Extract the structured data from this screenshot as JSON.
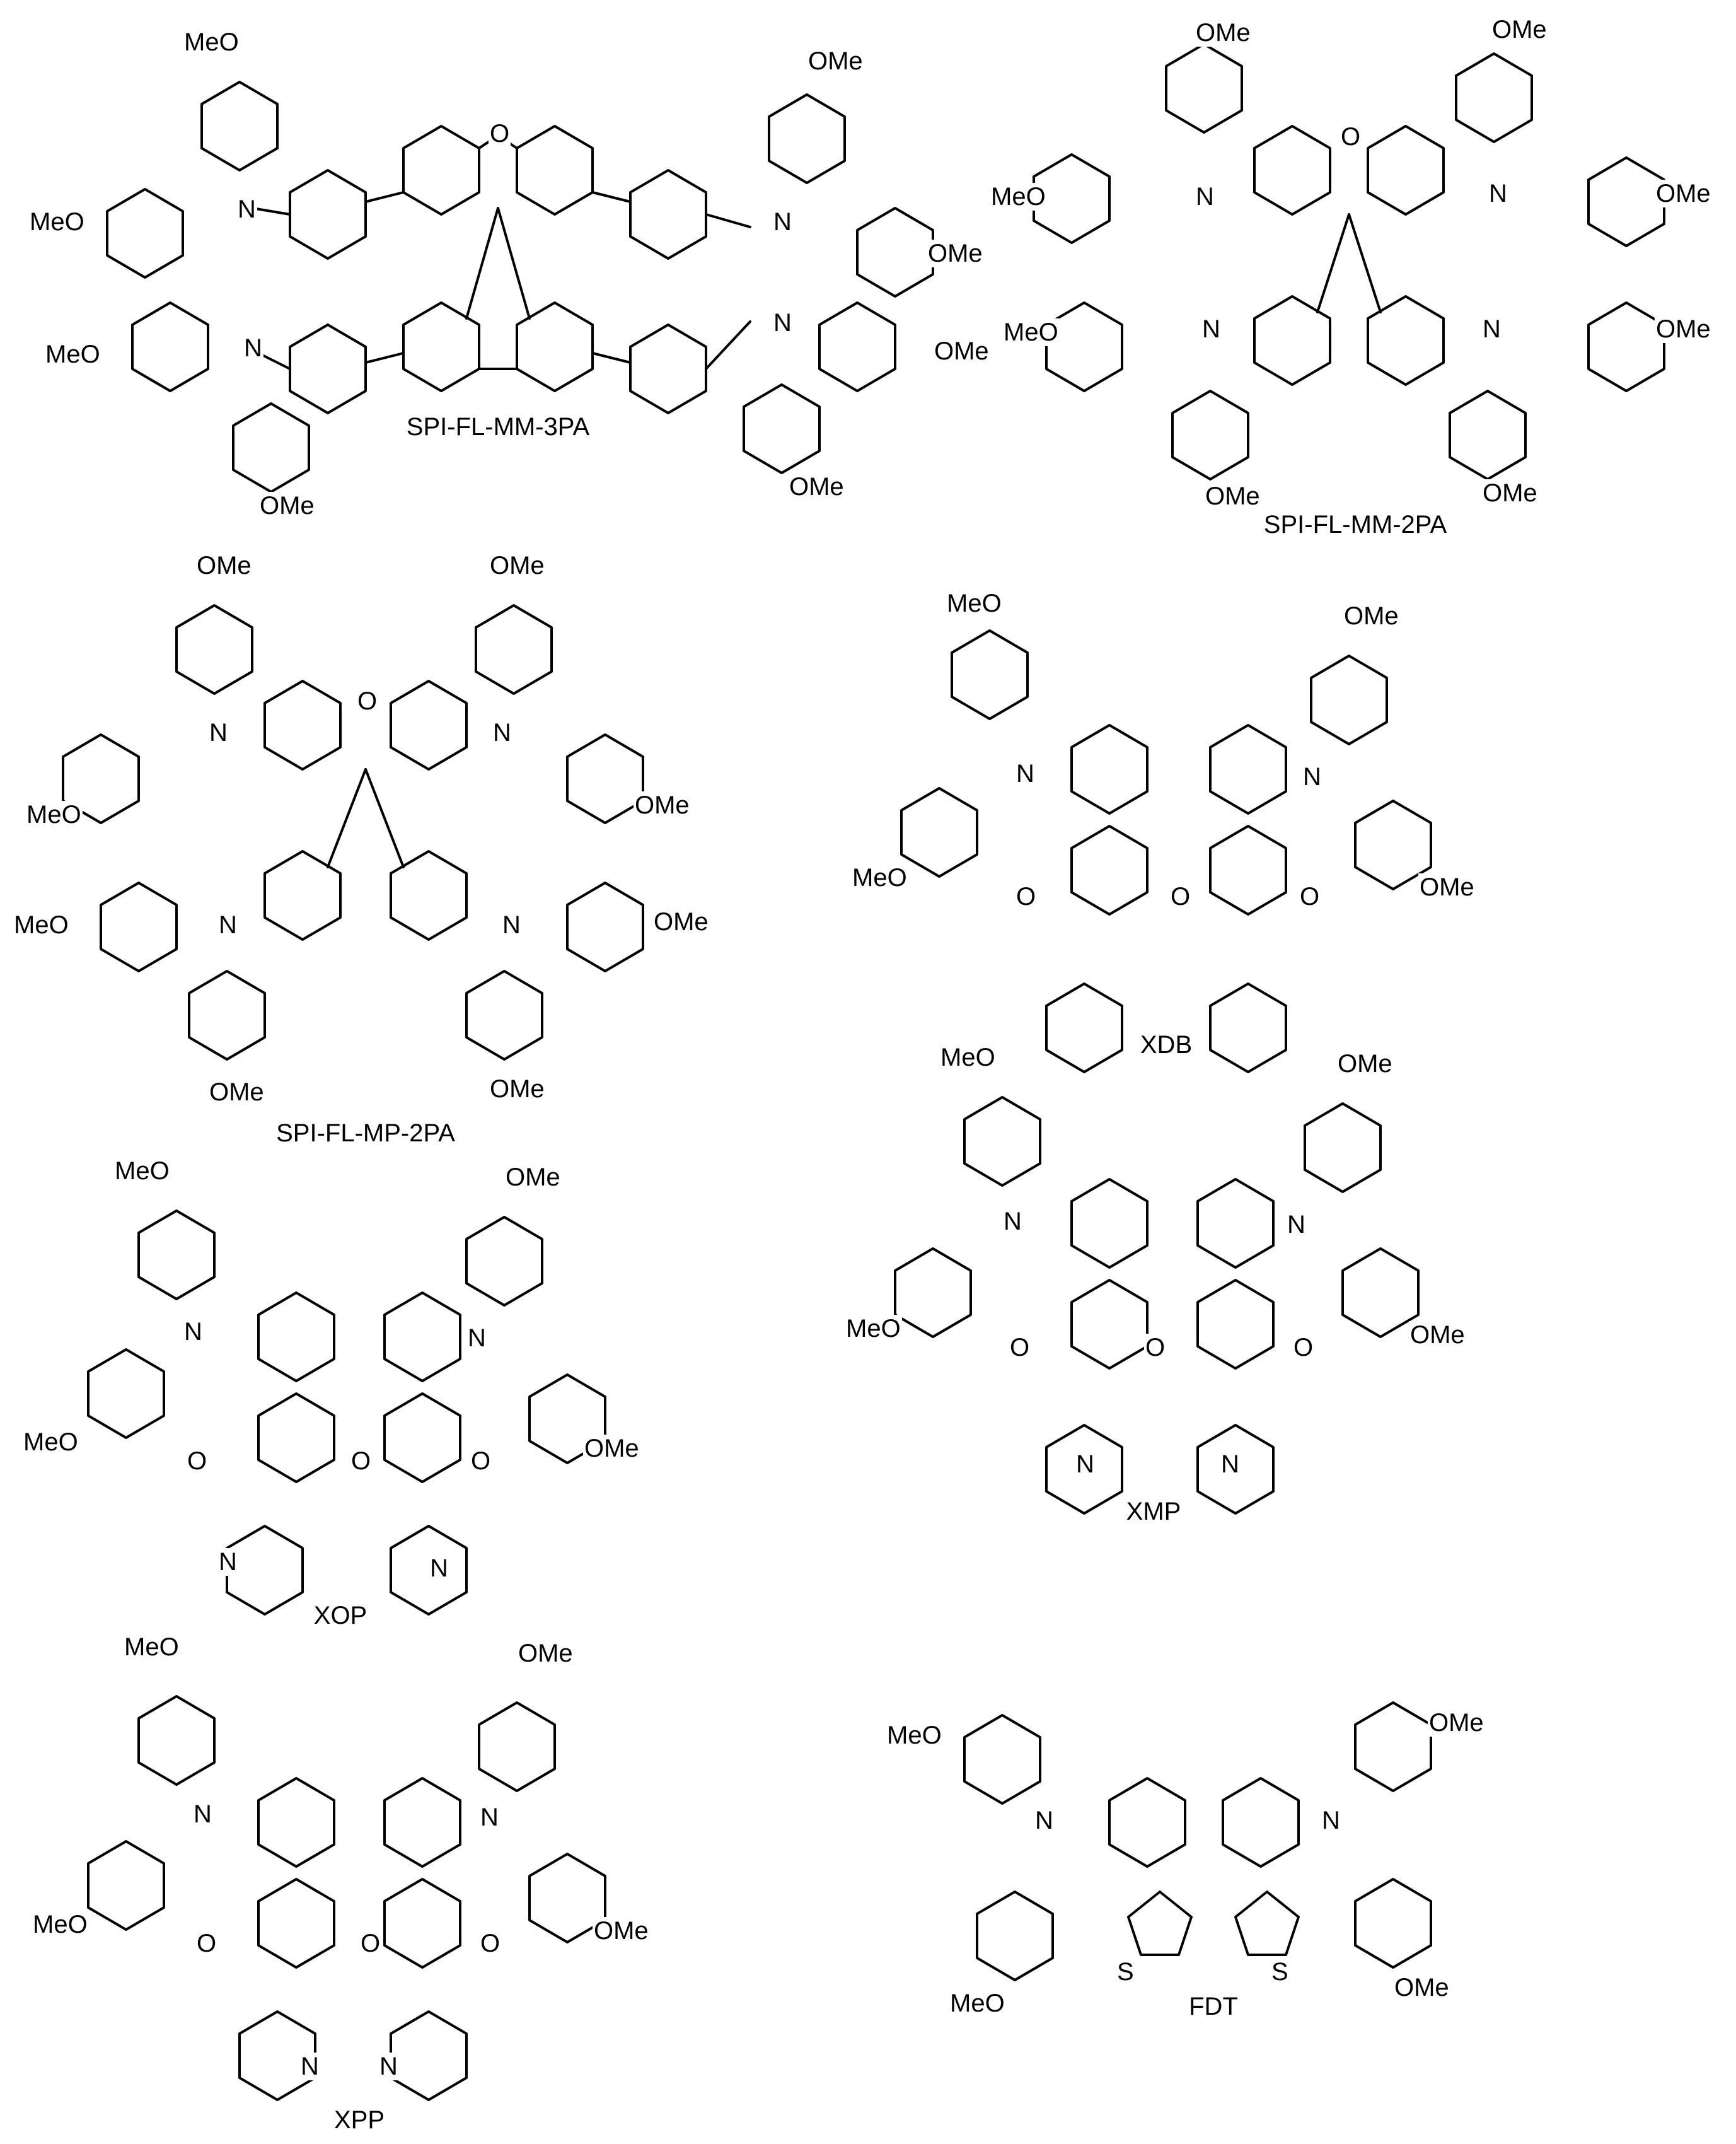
{
  "compounds": [
    {
      "id": "c1",
      "name": "SPI-FL-MM-3PA"
    },
    {
      "id": "c2",
      "name": "SPI-FL-MM-2PA"
    },
    {
      "id": "c3",
      "name": "SPI-FL-MP-2PA"
    },
    {
      "id": "c4",
      "name": "XDB"
    },
    {
      "id": "c5",
      "name": "XOP"
    },
    {
      "id": "c6",
      "name": "XMP"
    },
    {
      "id": "c7",
      "name": "XPP"
    },
    {
      "id": "c8",
      "name": "FDT"
    }
  ],
  "atoms": {
    "ome": "OMe",
    "meo": "MeO",
    "n": "N",
    "o": "O",
    "s": "S"
  }
}
